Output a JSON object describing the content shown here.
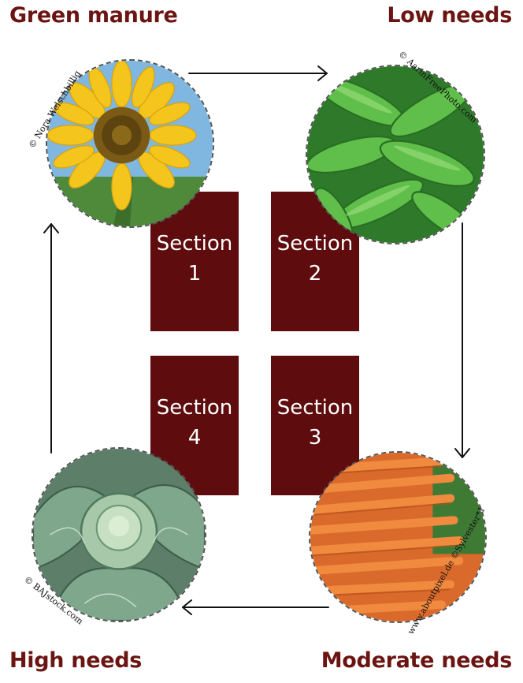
{
  "corners": {
    "top_left": "Green manure",
    "top_right": "Low needs",
    "bottom_left": "High needs",
    "bottom_right": "Moderate needs"
  },
  "sections": [
    {
      "word": "Section",
      "number": "1"
    },
    {
      "word": "Section",
      "number": "2"
    },
    {
      "word": "Section",
      "number": "3"
    },
    {
      "word": "Section",
      "number": "4"
    }
  ],
  "credits": {
    "sunflower": "© Nora Welschbillig",
    "peas": "© AarinFreePhoto.com",
    "cabbage": "© BAJstock.com",
    "carrots": "www.aboutpixel.de ©Sylvester*1"
  },
  "colors": {
    "label_text": "#6b1512",
    "section_fill": "#5e0c0e",
    "arrow": "#111111"
  }
}
